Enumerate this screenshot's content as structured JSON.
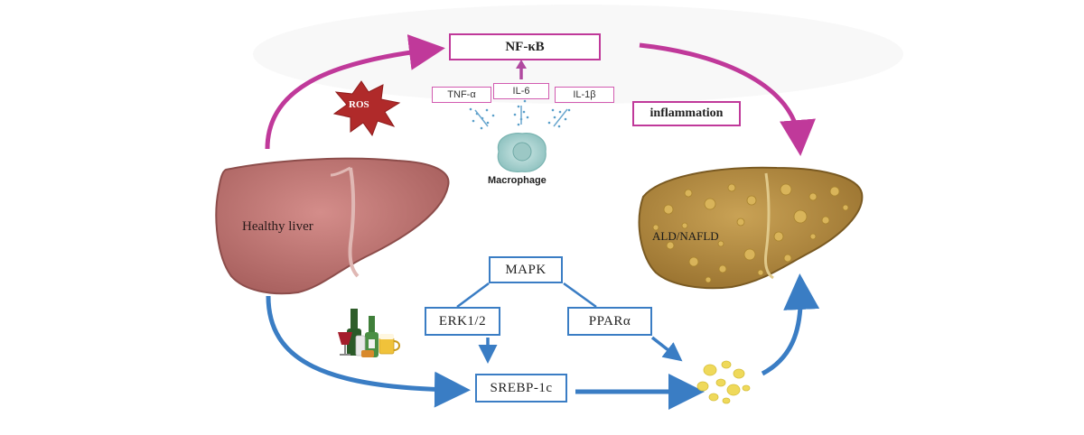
{
  "diagram": {
    "nodes": {
      "nfkb": "NF-κB",
      "tnf": "TNF-α",
      "il6": "IL-6",
      "il1b": "IL-1β",
      "ros": "ROS",
      "macrophage": "Macrophage",
      "inflammation": "inflammation",
      "healthy_liver": "Healthy liver",
      "ald_nafld": "ALD/NAFLD",
      "mapk": "MAPK",
      "erk": "ERK1/2",
      "ppar": "PPARα",
      "srebp": "SREBP-1c"
    },
    "colors": {
      "pink_arrow": "#c0399a",
      "blue_arrow": "#3a7dc4",
      "healthy_liver": "#c27a78",
      "diseased_liver": "#b48a3e",
      "ros_star": "#b02a2a",
      "fat_droplet": "#efd95a"
    }
  }
}
